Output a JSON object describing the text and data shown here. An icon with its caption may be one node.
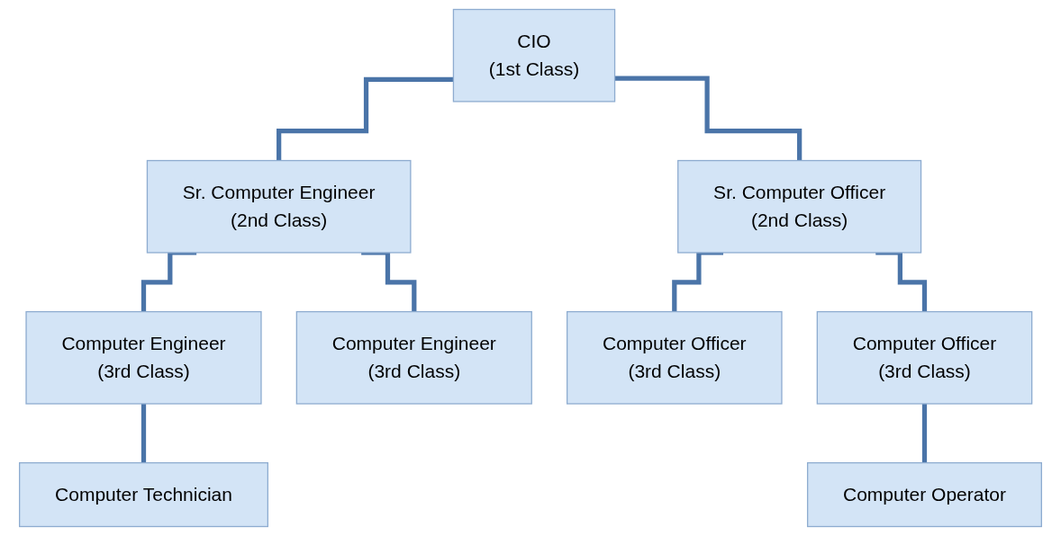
{
  "diagram": {
    "nodes": [
      {
        "text": [
          "CIO",
          "(1st Class)"
        ]
      },
      {
        "text": [
          "Sr. Computer Engineer",
          "(2nd Class)"
        ]
      },
      {
        "text": [
          "Sr. Computer Officer",
          "(2nd Class)"
        ]
      },
      {
        "text": [
          "Computer Engineer",
          "(3rd Class)"
        ]
      },
      {
        "text": [
          "Computer Engineer",
          "(3rd Class)"
        ]
      },
      {
        "text": [
          "Computer Officer",
          "(3rd Class)"
        ]
      },
      {
        "text": [
          "Computer Officer",
          "(3rd Class)"
        ]
      },
      {
        "text": [
          "Computer Technician"
        ]
      },
      {
        "text": [
          "Computer Operator"
        ]
      }
    ],
    "edges": [
      {
        "from": 0,
        "to": 1,
        "arrow": "none"
      },
      {
        "from": 0,
        "to": 2,
        "arrow": "none"
      },
      {
        "from": 1,
        "to": 3,
        "arrow": "none"
      },
      {
        "from": 1,
        "to": 4,
        "arrow": "none"
      },
      {
        "from": 2,
        "to": 5,
        "arrow": "none"
      },
      {
        "from": 2,
        "to": 6,
        "arrow": "none"
      },
      {
        "from": 3,
        "to": 7,
        "arrow": "none"
      },
      {
        "from": 6,
        "to": 8,
        "arrow": "none"
      }
    ]
  }
}
